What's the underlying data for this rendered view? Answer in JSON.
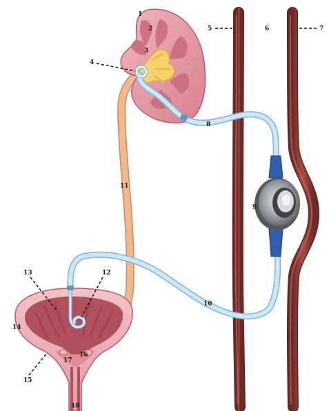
{
  "labels": {
    "l1": "1",
    "l2": "2",
    "l3": "3",
    "l4": "4",
    "l5": "5",
    "l6": "6",
    "l7": "7",
    "l8": "8",
    "l9": "9",
    "l10": "10",
    "l11": "11",
    "l12": "12",
    "l13": "13",
    "l14": "14",
    "l15": "15",
    "l16": "16",
    "l17": "17",
    "l18": "18"
  },
  "colors": {
    "kidney_cortex": "#e9a3ad",
    "kidney_medulla": "#c76a7c",
    "kidney_pelvis": "#f5d36a",
    "ureter": "#f2b98d",
    "tube": "#b9dcef",
    "tube_outline": "#7fb3d3",
    "connector": "#2f5fae",
    "vessel": "#8e3b36",
    "bladder_wall": "#e9a3ad",
    "bladder_inner": "#b0505f",
    "device_body": "#8a8e93"
  }
}
